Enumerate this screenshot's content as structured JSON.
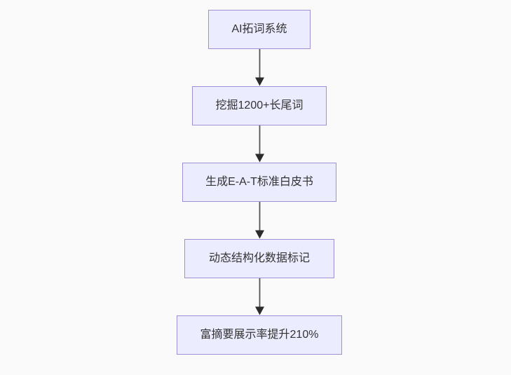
{
  "theme": {
    "bg": "#fafafa",
    "node_fill": "#ececff",
    "node_border": "#9f8fd6",
    "node_text": "#333333",
    "edge_line": "#545454",
    "edge_head": "#2b2b2b"
  },
  "flowchart": {
    "direction": "top-down",
    "nodes": [
      {
        "id": "A",
        "label": "AI拓词系统"
      },
      {
        "id": "B",
        "label": "挖掘1200+长尾词"
      },
      {
        "id": "C",
        "label": "生成E-A-T标准白皮书"
      },
      {
        "id": "D",
        "label": "动态结构化数据标记"
      },
      {
        "id": "E",
        "label": "富摘要展示率提升210%"
      }
    ],
    "edges": [
      {
        "from": "A",
        "to": "B"
      },
      {
        "from": "B",
        "to": "C"
      },
      {
        "from": "C",
        "to": "D"
      },
      {
        "from": "D",
        "to": "E"
      }
    ]
  }
}
